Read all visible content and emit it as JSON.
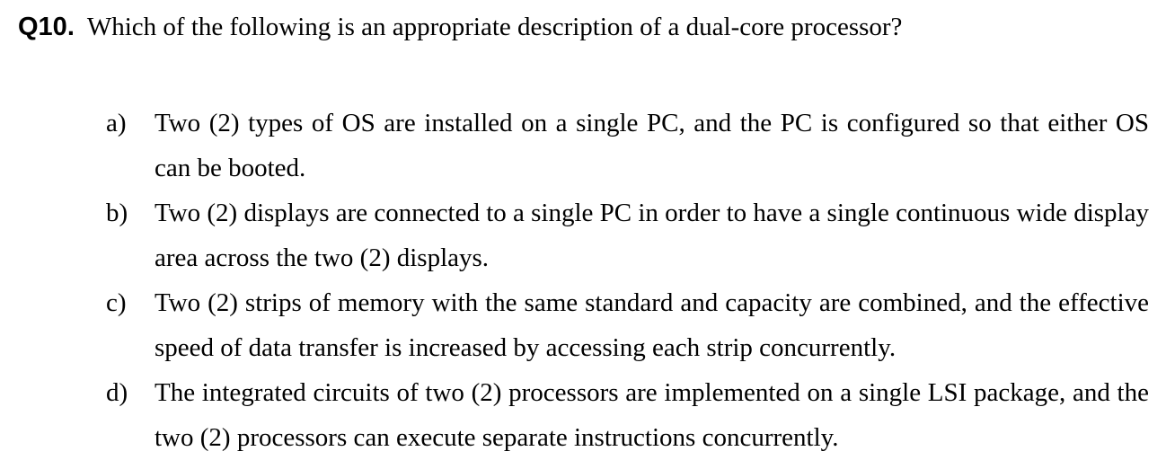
{
  "question": {
    "number": "Q10.",
    "text": "Which of the following is an appropriate description of a dual-core processor?"
  },
  "options": [
    {
      "label": "a)",
      "text": "Two (2) types of OS are installed on a single PC, and the PC is configured so that either OS can be booted."
    },
    {
      "label": "b)",
      "text": "Two (2) displays are connected to a single PC in order to have a single continuous wide display area across the two (2) displays."
    },
    {
      "label": "c)",
      "text": "Two (2) strips of memory with the same standard and capacity are combined, and the effective speed of data transfer is increased by accessing each strip concurrently."
    },
    {
      "label": "d)",
      "text": "The integrated circuits of two (2) processors are implemented on a single LSI package, and the two (2) processors can execute separate instructions concurrently."
    }
  ]
}
